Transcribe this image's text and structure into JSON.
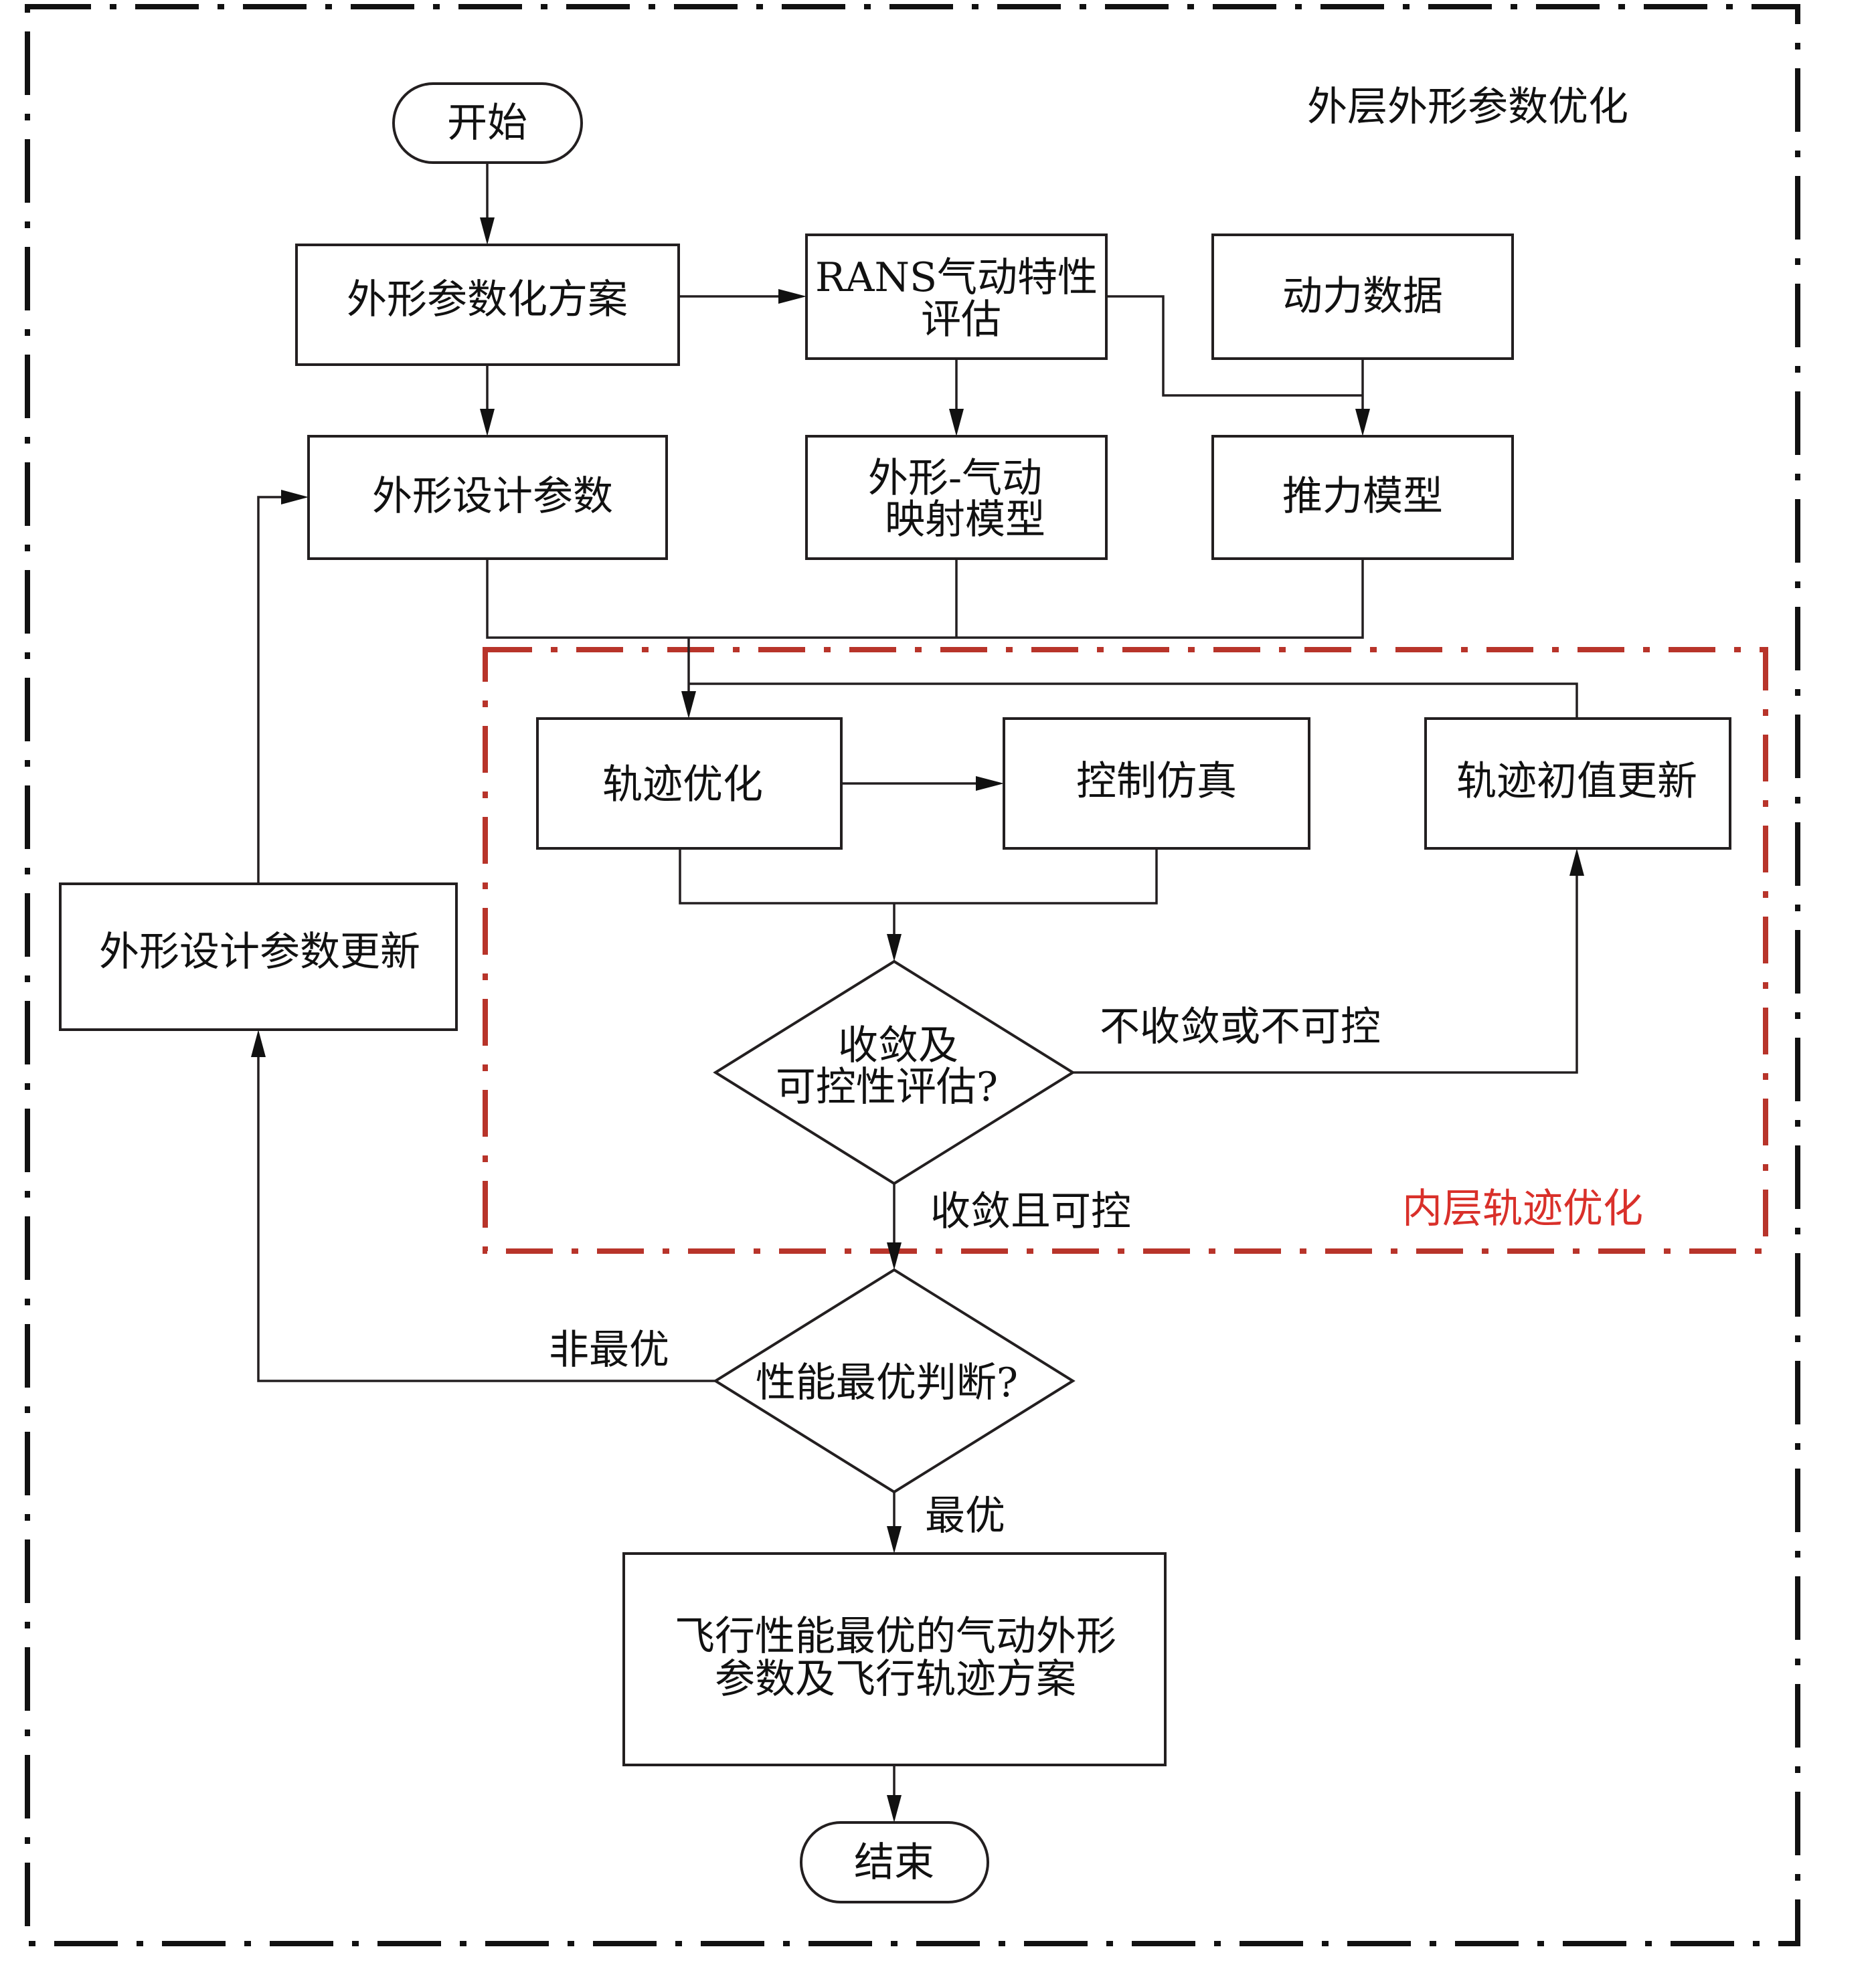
{
  "diagram": {
    "outer_label": "外层外形参数优化",
    "inner_label": "内层轨迹优化",
    "colors": {
      "line": "#231f20",
      "inner_frame": "#b8342a",
      "inner_label": "#d9302a"
    },
    "nodes": {
      "start": "开始",
      "param_scheme": "外形参数化方案",
      "rans_line1": "RANS气动特性",
      "rans_line2": "评估",
      "power_data": "动力数据",
      "design_params": "外形设计参数",
      "mapping_line1": "外形-气动",
      "mapping_line2": "映射模型",
      "thrust_model": "推力模型",
      "traj_opt": "轨迹优化",
      "control_sim": "控制仿真",
      "traj_init_update": "轨迹初值更新",
      "converge_line1": "收敛及",
      "converge_line2": "可控性评估?",
      "perf_decision": "性能最优判断?",
      "param_update": "外形设计参数更新",
      "result_line1": "飞行性能最优的气动外形",
      "result_line2": "参数及飞行轨迹方案",
      "end": "结束"
    },
    "edge_labels": {
      "not_converge": "不收敛或不可控",
      "converge": "收敛且可控",
      "not_optimal": "非最优",
      "optimal": "最优"
    }
  }
}
